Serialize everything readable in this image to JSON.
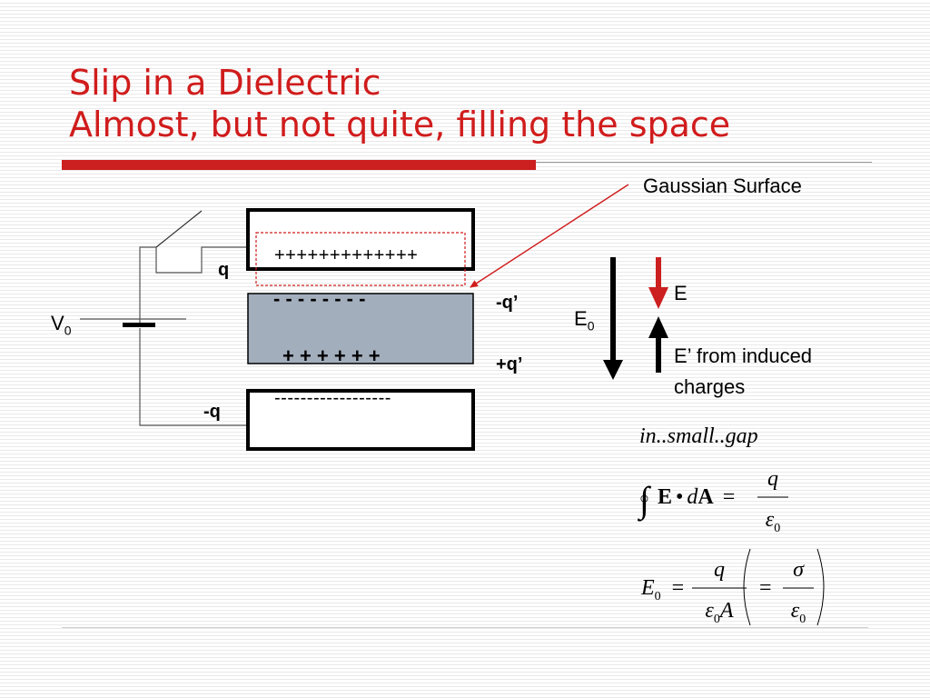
{
  "slide": {
    "title_line1": "Slip in a Dielectric",
    "title_line2": "Almost, but not quite, filling the space",
    "accent_color": "#cc1f1f"
  },
  "diagram": {
    "gaussian_surface_label": "Gaussian Surface",
    "voltage_label": "V",
    "voltage_subscript": "0",
    "top_plate_charges": "+++++++++++++",
    "top_plate_charge_label": "q",
    "bottom_plate_charges": "------------------",
    "bottom_plate_charge_label": "-q",
    "dielectric_top_charges": "-  -  -  -  -  -  -  -",
    "dielectric_bottom_charges": "+  +  +  +  +  +",
    "dielectric_top_label": "-q’",
    "dielectric_bottom_label": "+q’",
    "dielectric_color": "#a3aebd",
    "field_E0_label": "E",
    "field_E0_subscript": "0",
    "field_E_label": "E",
    "induced_field_label_line1": "E’ from induced",
    "induced_field_label_line2": "charges"
  },
  "equations": {
    "condition": "in..small..gap",
    "gauss_lhs_E": "E",
    "gauss_dot": "•",
    "gauss_d": "d",
    "gauss_A": "A",
    "equals": "=",
    "gauss_numerator": "q",
    "epsilon": "ε",
    "epsilon_subscript": "0",
    "e0_lhs": "E",
    "e0_lhs_subscript": "0",
    "e0_numerator": "q",
    "e0_denominator_A": "A",
    "sigma": "σ"
  }
}
